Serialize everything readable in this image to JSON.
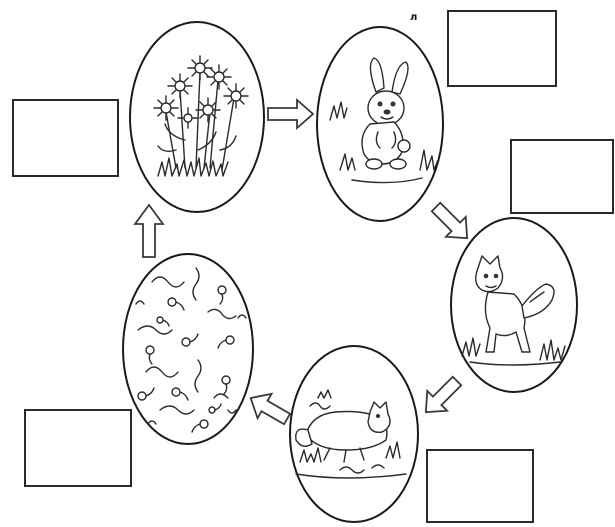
{
  "diagram": {
    "corner_mark": "л",
    "stages": [
      {
        "id": "flowers",
        "icon": "flowers-icon"
      },
      {
        "id": "rabbit",
        "icon": "rabbit-icon"
      },
      {
        "id": "fox",
        "icon": "fox-icon"
      },
      {
        "id": "dead-fox",
        "icon": "dead-fox-icon"
      },
      {
        "id": "worms",
        "icon": "worms-bacteria-icon"
      }
    ],
    "answer_boxes": [
      {
        "id": "box-flowers",
        "value": ""
      },
      {
        "id": "box-rabbit",
        "value": ""
      },
      {
        "id": "box-fox",
        "value": ""
      },
      {
        "id": "box-dead-fox",
        "value": ""
      },
      {
        "id": "box-worms",
        "value": ""
      }
    ],
    "colors": {
      "ink": "#2b2b2b",
      "background": "#ffffff"
    }
  }
}
